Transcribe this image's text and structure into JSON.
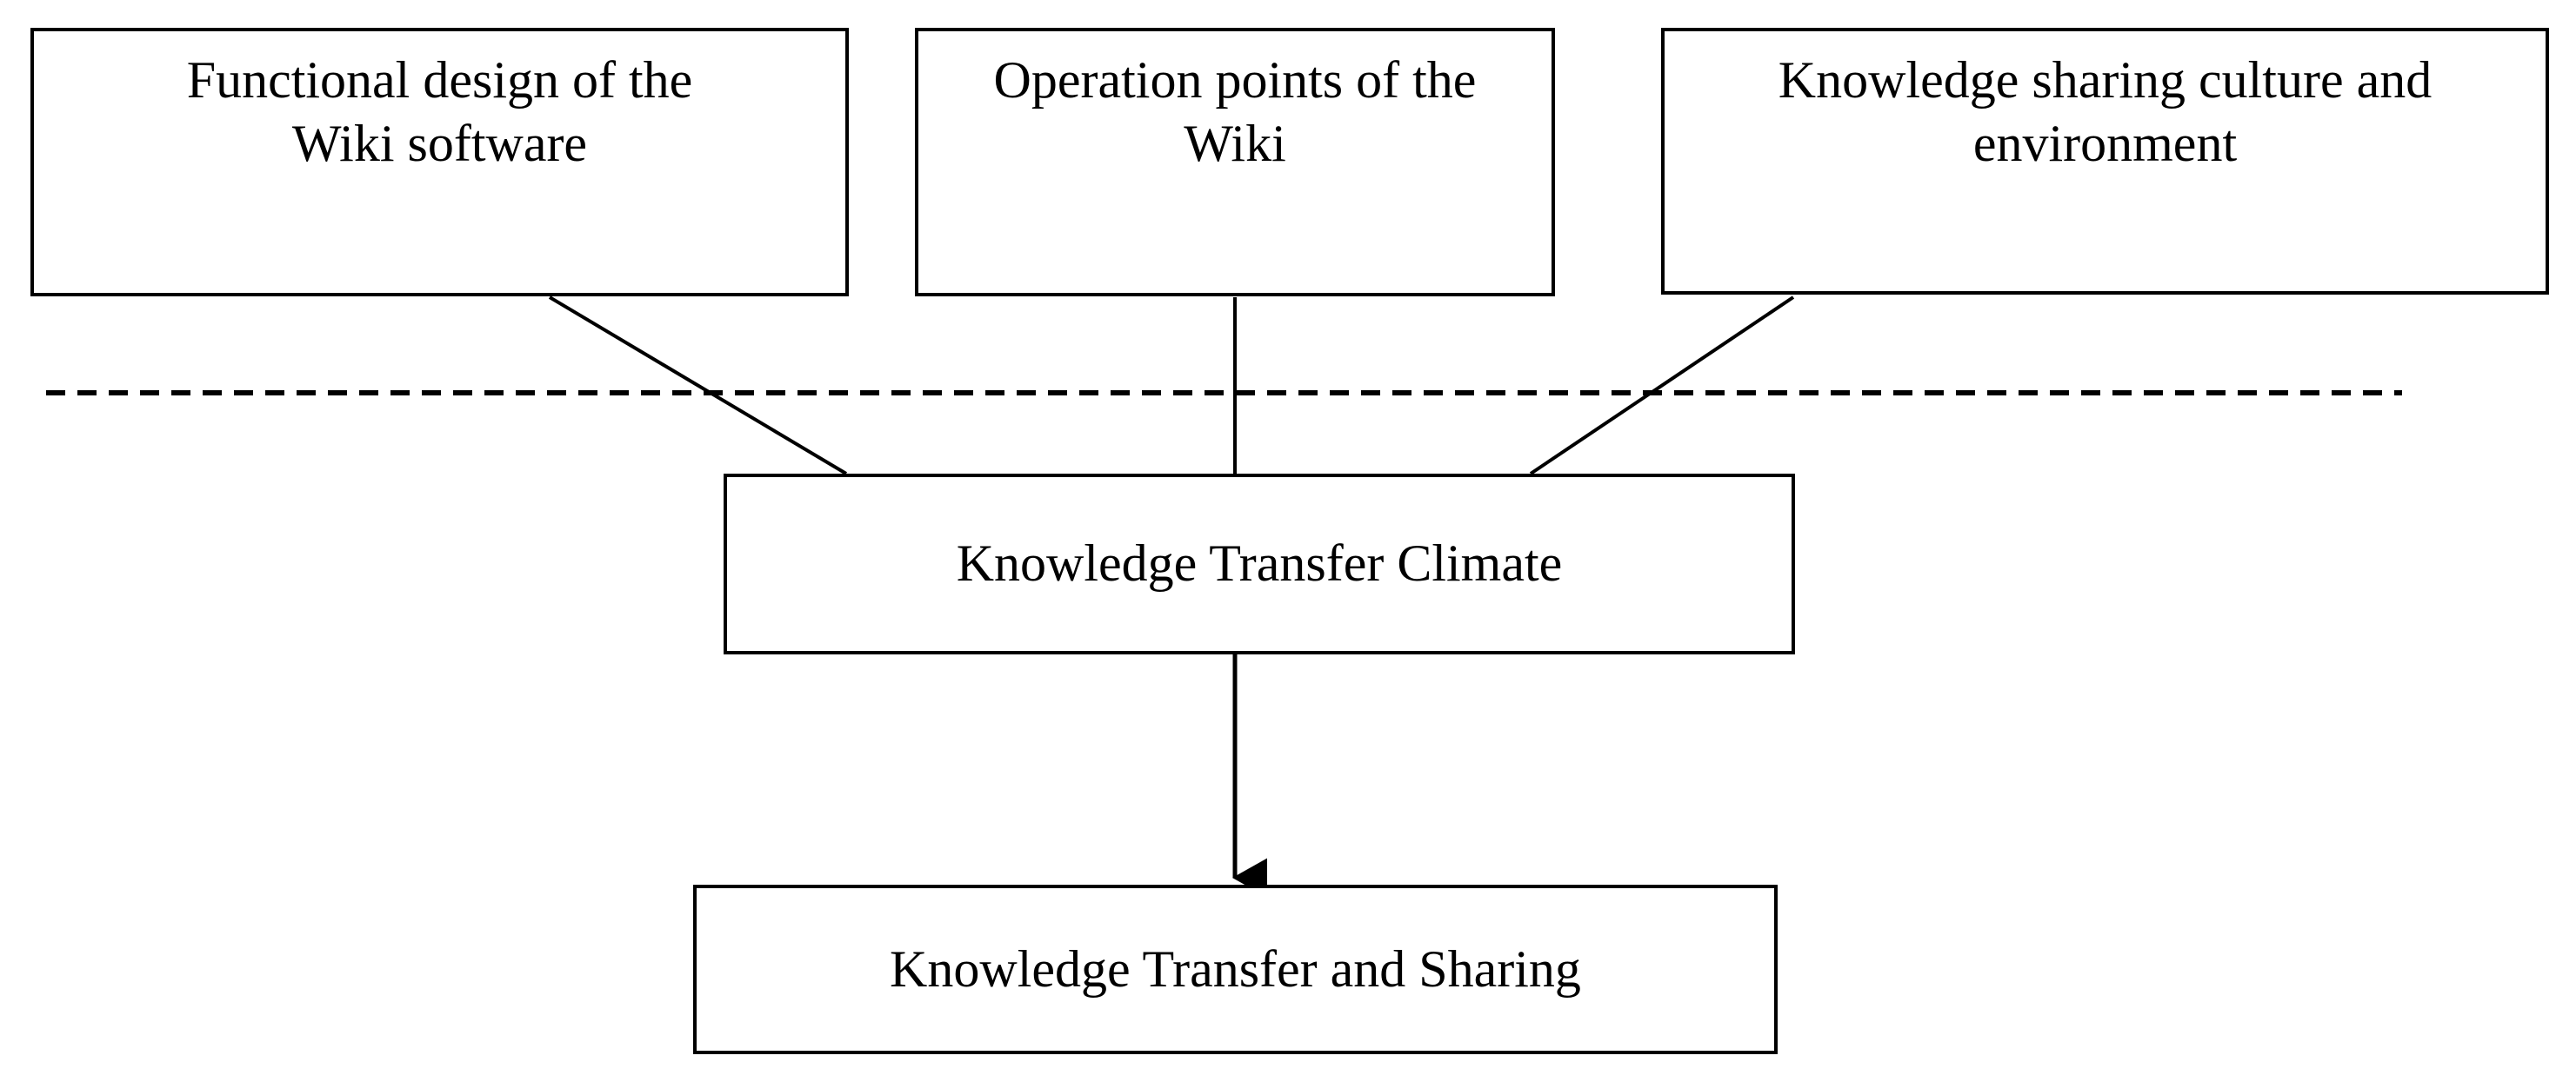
{
  "diagram": {
    "title_present": false,
    "background_color": "#ffffff",
    "line_color": "#000000",
    "text_color": "#000000",
    "nodes": [
      {
        "id": "functional-design",
        "label": "Functional design of the\nWiki software",
        "group": "antecedent"
      },
      {
        "id": "operation-points",
        "label": "Operation points of the\nWiki",
        "group": "antecedent"
      },
      {
        "id": "sharing-culture",
        "label": "Knowledge sharing culture and\nenvironment",
        "group": "antecedent"
      },
      {
        "id": "transfer-climate",
        "label": "Knowledge Transfer Climate",
        "group": "mediator"
      },
      {
        "id": "transfer-sharing",
        "label": "Knowledge Transfer and Sharing",
        "group": "outcome"
      }
    ],
    "connectors": [
      {
        "id": "functional-design-to-climate",
        "from": "functional-design",
        "to": "transfer-climate",
        "style": "solid-line",
        "arrowhead": false
      },
      {
        "id": "operation-points-to-climate",
        "from": "operation-points",
        "to": "transfer-climate",
        "style": "solid-line",
        "arrowhead": false
      },
      {
        "id": "sharing-culture-to-climate",
        "from": "sharing-culture",
        "to": "transfer-climate",
        "style": "solid-line",
        "arrowhead": false
      },
      {
        "id": "climate-to-transfer-sharing",
        "from": "transfer-climate",
        "to": "transfer-sharing",
        "style": "solid-arrow",
        "arrowhead": true
      }
    ],
    "divider": {
      "id": "horizontal-dashed-divider",
      "style": "dashed",
      "orientation": "horizontal"
    }
  }
}
